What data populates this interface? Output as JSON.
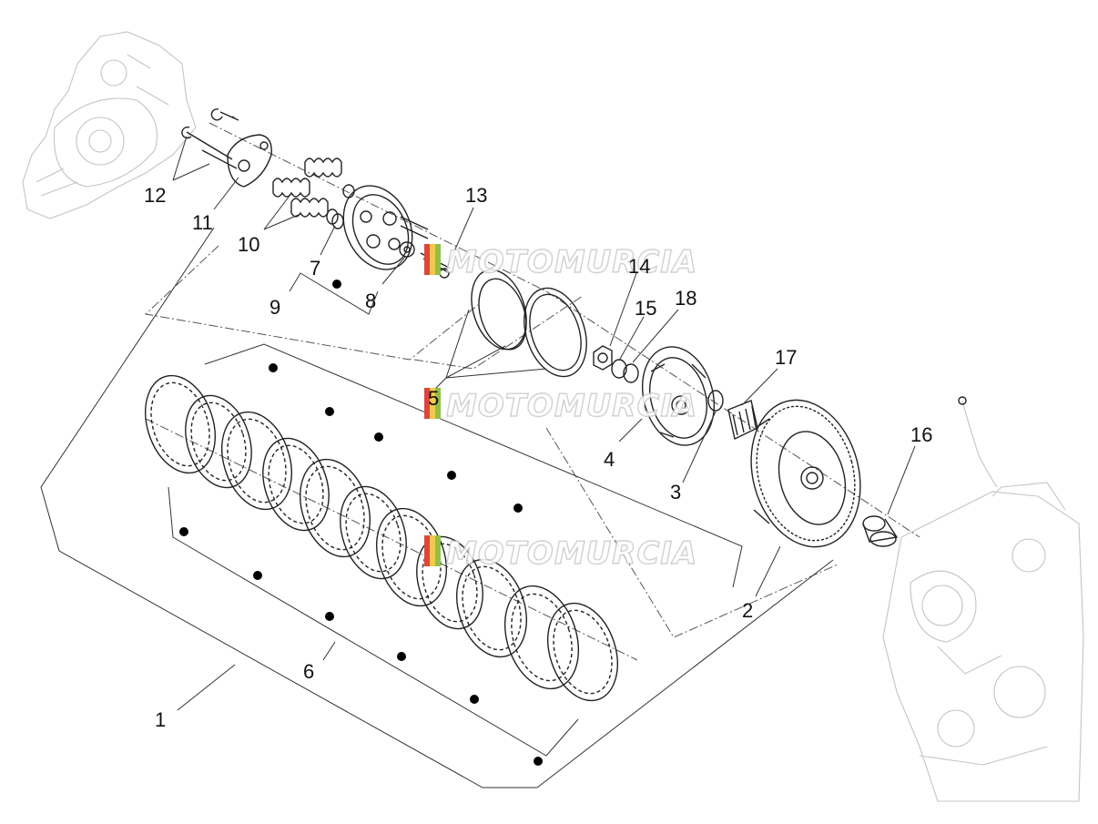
{
  "callouts": [
    {
      "id": "c1",
      "label": "1"
    },
    {
      "id": "c2",
      "label": "2"
    },
    {
      "id": "c3",
      "label": "3"
    },
    {
      "id": "c4",
      "label": "4"
    },
    {
      "id": "c5",
      "label": "5"
    },
    {
      "id": "c6",
      "label": "6"
    },
    {
      "id": "c7",
      "label": "7"
    },
    {
      "id": "c8",
      "label": "8"
    },
    {
      "id": "c9",
      "label": "9"
    },
    {
      "id": "c10",
      "label": "10"
    },
    {
      "id": "c11",
      "label": "11"
    },
    {
      "id": "c12",
      "label": "12"
    },
    {
      "id": "c13",
      "label": "13"
    },
    {
      "id": "c14",
      "label": "14"
    },
    {
      "id": "c15",
      "label": "15"
    },
    {
      "id": "c16",
      "label": "16"
    },
    {
      "id": "c17",
      "label": "17"
    },
    {
      "id": "c18",
      "label": "18"
    }
  ],
  "watermark": {
    "text": "MOTOMURCIA"
  },
  "colors": {
    "line": "#222222",
    "ghost": "#c4c4c4",
    "accent_red": "#e0453a",
    "accent_green": "#8fc04a",
    "accent_yellow": "#f2c94c"
  }
}
